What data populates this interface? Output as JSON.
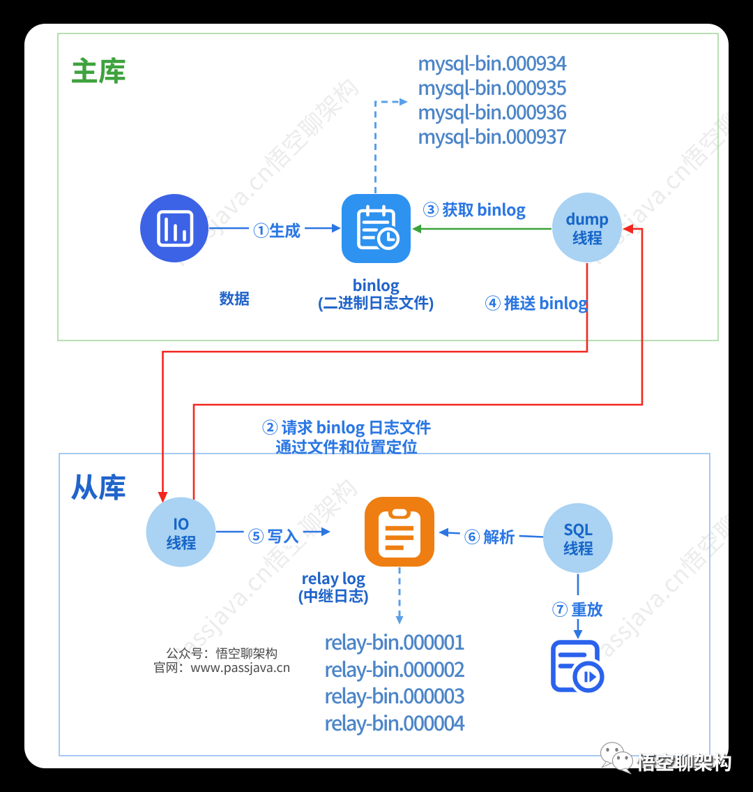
{
  "palette": {
    "background": "#000000",
    "canvas": "#ffffff",
    "master_border": "#a6d6a0",
    "master_title_color": "#3ea23e",
    "slave_border": "#8fbcf0",
    "slave_title_color": "#2063cb",
    "data_circle_fill": "#3c62e6",
    "binlog_icon_fill": "#2e92f0",
    "relay_icon_fill": "#ee7e12",
    "replay_icon_stroke": "#2a62ec",
    "thread_circle_fill": "#a9d2f3",
    "thread_text_color": "#1766c8",
    "caption_color": "#2164c9",
    "step_label_color": "#2b77e3",
    "file_text_color": "#4c85c8",
    "blue_line": "#2c76e2",
    "dashed_line": "#58a0e8",
    "green_line": "#3aa33a",
    "red_line": "#f3261d",
    "watermark_color": "#ececec",
    "footer_text_color": "#4a4a4a"
  },
  "master": {
    "title": "主库",
    "data_label": "数据",
    "binlog_caption_line1": "binlog",
    "binlog_caption_line2": "(二进制日志文件)",
    "binlog_files": [
      "mysql-bin.000934",
      "mysql-bin.000935",
      "mysql-bin.000936",
      "mysql-bin.000937"
    ],
    "dump_thread_line1": "dump",
    "dump_thread_line2": "线程"
  },
  "slave": {
    "title": "从库",
    "io_thread_line1": "IO",
    "io_thread_line2": "线程",
    "sql_thread_line1": "SQL",
    "sql_thread_line2": "线程",
    "relay_caption_line1": "relay log",
    "relay_caption_line2": "(中继日志)",
    "relay_files": [
      "relay-bin.000001",
      "relay-bin.000002",
      "relay-bin.000003",
      "relay-bin.000004"
    ]
  },
  "steps": {
    "s1": "①生成",
    "s2_line1": "② 请求 binlog 日志文件",
    "s2_line2": "通过文件和位置定位",
    "s3": "③ 获取 binlog",
    "s4": "④ 推送 binlog",
    "s5": "⑤ 写入",
    "s6": "⑥ 解析",
    "s7": "⑦ 重放"
  },
  "footer": {
    "account_line": "公众号：悟空聊架构",
    "site_line": "官网：www.passjava.cn"
  },
  "watermark_text": "Passjava.cn悟空聊架构",
  "logo_text": "悟空聊架构"
}
